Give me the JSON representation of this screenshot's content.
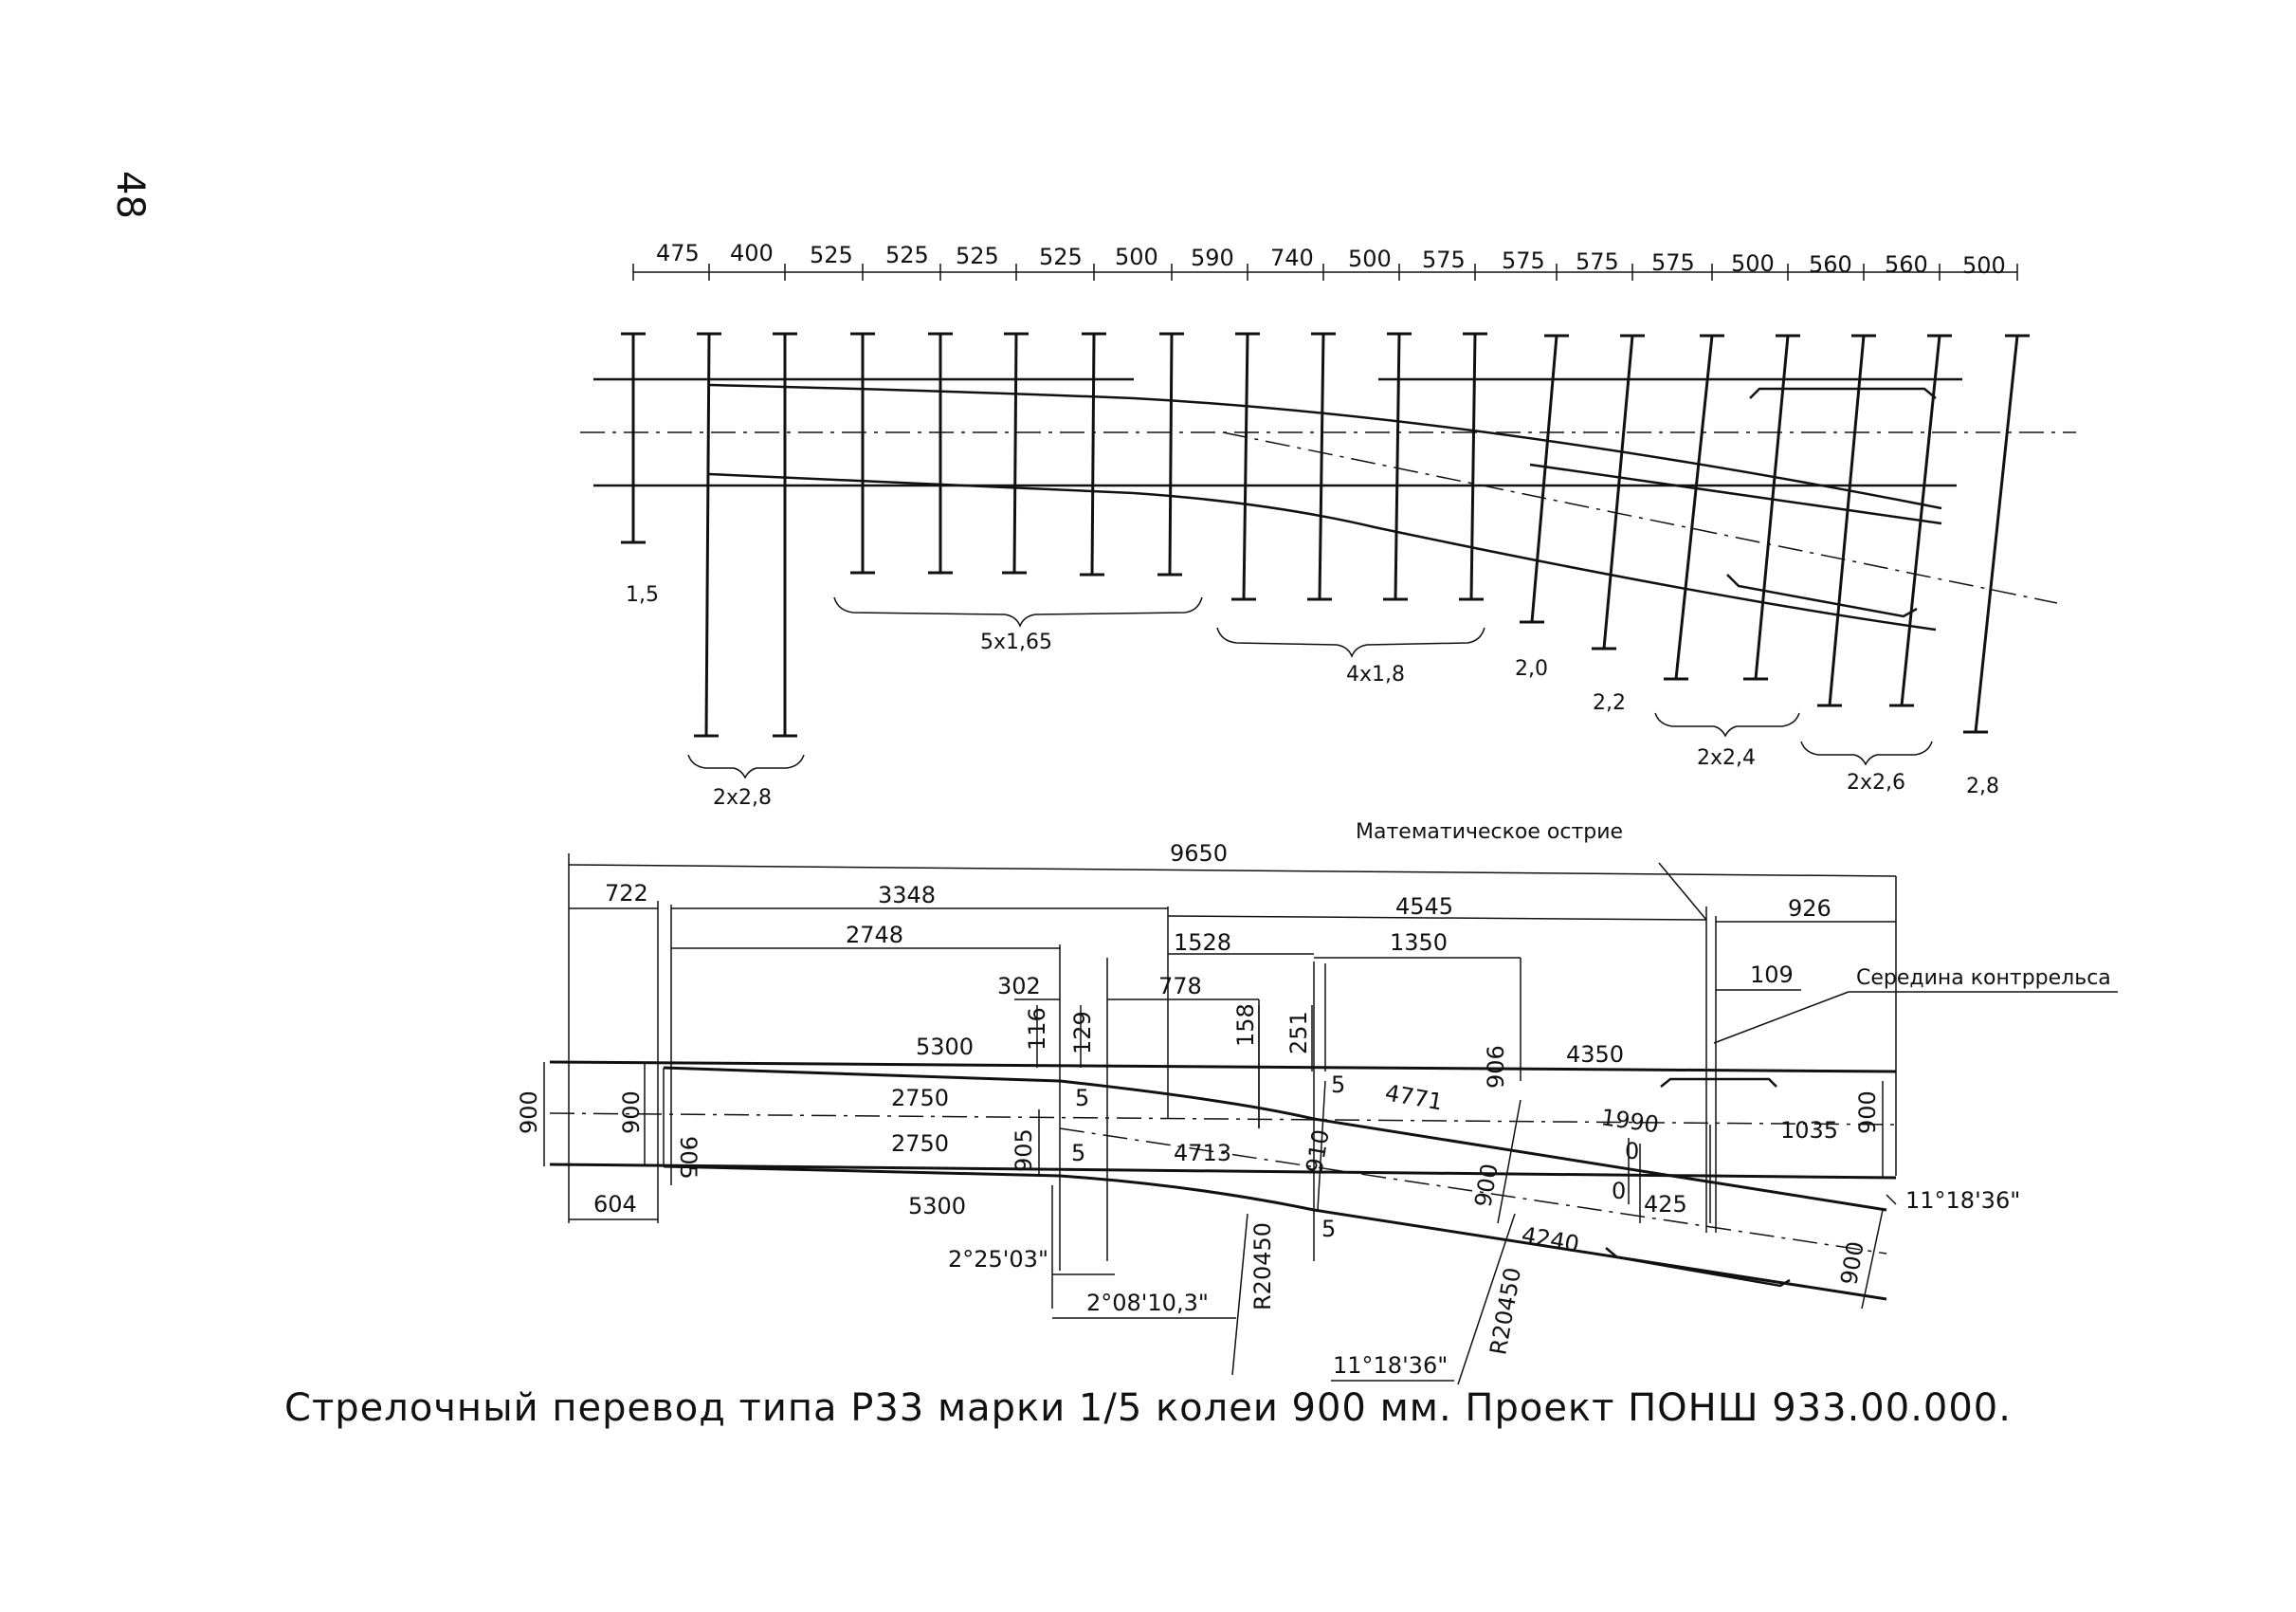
{
  "page_number": "48",
  "caption": "Стрелочный перевод типа Р33 марки 1/5 колеи 900 мм. Проект ПОНШ 933.00.000.",
  "top_plan": {
    "sleeper_spacing": [
      "475",
      "400",
      "525",
      "525",
      "525",
      "525",
      "500",
      "590",
      "740",
      "500",
      "575",
      "575",
      "575",
      "575",
      "500",
      "560",
      "560",
      "500"
    ],
    "sleeper_group_labels": [
      "1,5",
      "5x1,65",
      "4x1,8",
      "2,0",
      "2,2",
      "2x2,4",
      "2x2,6",
      "2,8",
      "2x2,8"
    ]
  },
  "bottom_scheme": {
    "overall": [
      "9650",
      "722",
      "3348",
      "4545",
      "926",
      "2748",
      "1528",
      "1350",
      "302",
      "778",
      "109"
    ],
    "vertical": [
      "116",
      "129",
      "158",
      "251",
      "900",
      "900",
      "905",
      "905",
      "906",
      "900",
      "910",
      "900",
      "900"
    ],
    "along_track": [
      "5300",
      "4350",
      "2750",
      "2750",
      "5",
      "5",
      "5",
      "5",
      "4771",
      "4713",
      "1990",
      "1035",
      "0",
      "0",
      "425",
      "5300",
      "4240",
      "604"
    ],
    "radii": [
      "R20450",
      "R20450"
    ],
    "angles": [
      "2°25'03\"",
      "2°08'10,3\"",
      "11°18'36\"",
      "11°18'36\""
    ],
    "labels": {
      "math_point": "Математическое острие",
      "guard_rail_middle": "Середина контррельса"
    }
  }
}
